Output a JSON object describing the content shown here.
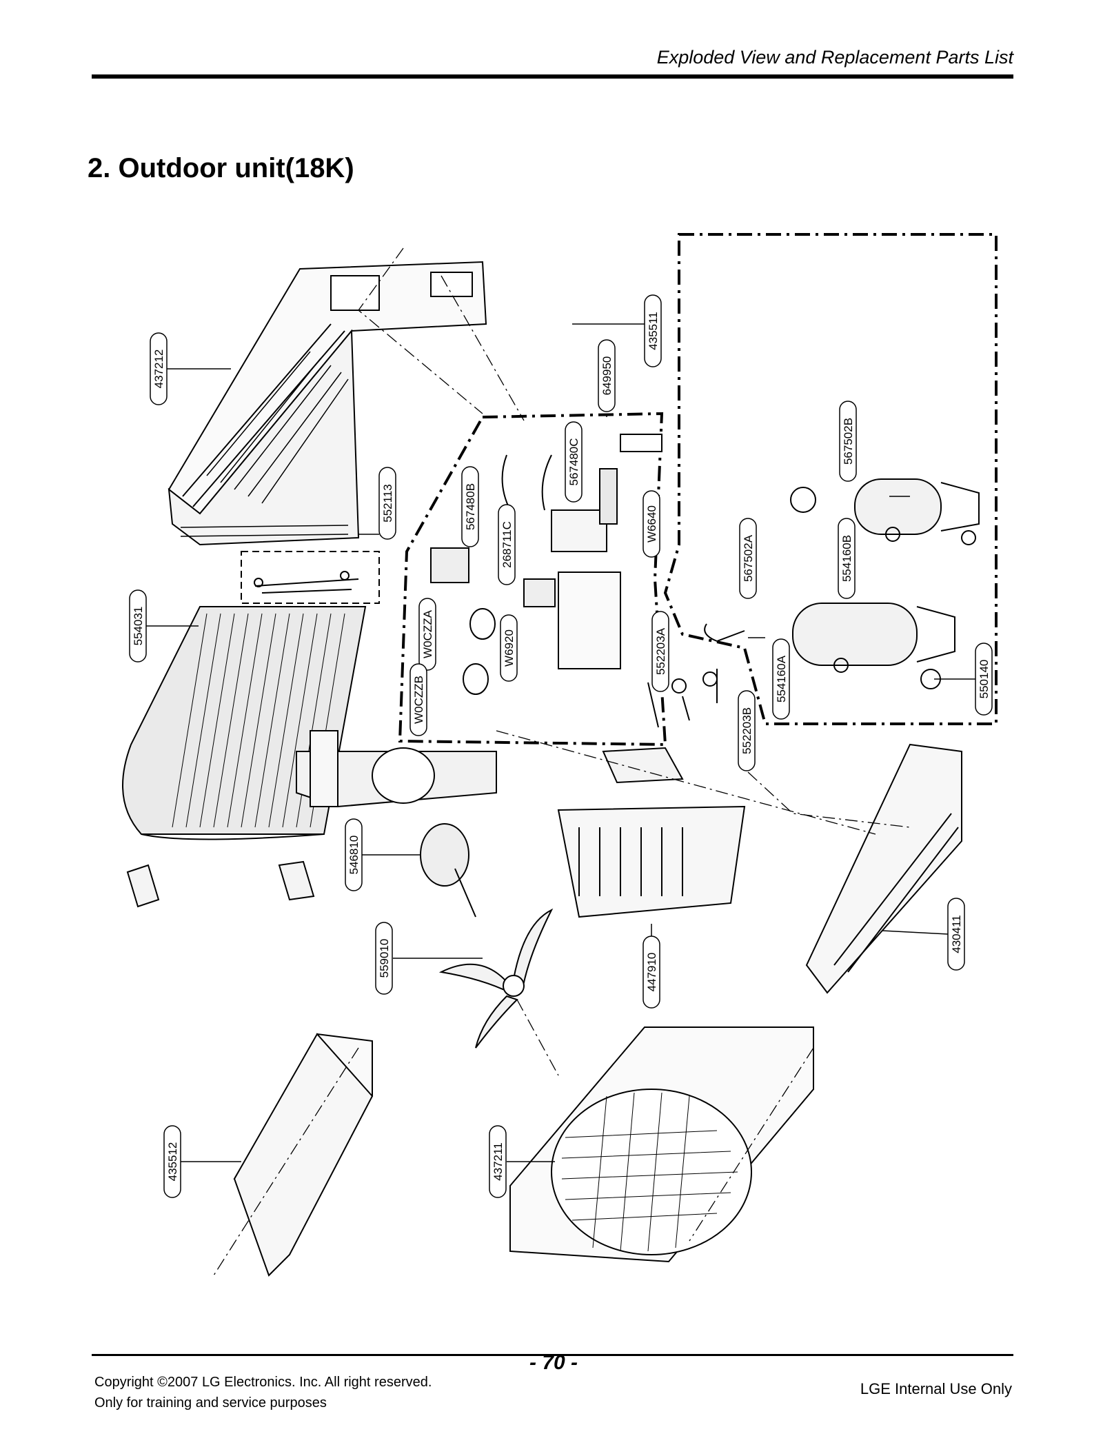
{
  "header": {
    "title": "Exploded View and Replacement Parts List"
  },
  "section": {
    "title": "2. Outdoor unit(18K)"
  },
  "parts": {
    "p437212": "437212",
    "p552113": "552113",
    "p554031": "554031",
    "p649950": "649950",
    "p435511": "435511",
    "p567480B": "567480B",
    "p567480C": "567480C",
    "p268711C": "268711C",
    "p W6640": "",
    "pW6640": "W6640",
    "pW0CZZA": "W0CZZA",
    "pW0CZZB": "W0CZZB",
    "pW6920": "W6920",
    "p552203A": "552203A",
    "p552203B": "552203B",
    "p567502B": "567502B",
    "p567502A": "567502A",
    "p554160B": "554160B",
    "p554160A": "554160A",
    "p550140": "550140",
    "p546810": "546810",
    "p559010": "559010",
    "p447910": "447910",
    "p430411": "430411",
    "p435512": "435512",
    "p437211": "437211"
  },
  "footer": {
    "copyright": "Copyright ©2007 LG Electronics. Inc. All right reserved.",
    "purpose": "Only for training and service purposes",
    "page": "- 70 -",
    "notice": "LGE Internal Use Only"
  }
}
